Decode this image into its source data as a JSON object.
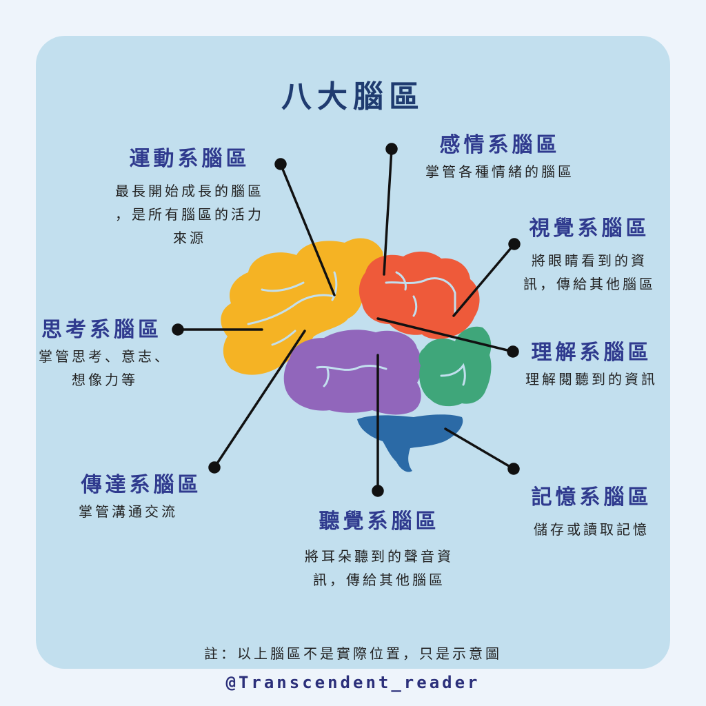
{
  "title": "八大腦區",
  "colors": {
    "card_bg": "#c2dfee",
    "page_bg": "#eef4fb",
    "title": "#1f3b70",
    "heading": "#2f3a8e",
    "frontal_yellow": "#f5b324",
    "emotion_red": "#ee5a3a",
    "temporal_purple": "#9166bb",
    "occipital_green": "#3fa67a",
    "cerebellum_blue": "#2b6aa6"
  },
  "regions": [
    {
      "id": "motor",
      "name": "運動系腦區",
      "desc": [
        "最長開始成長的腦區",
        "，是所有腦區的活力",
        "來源"
      ]
    },
    {
      "id": "emotion",
      "name": "感情系腦區",
      "desc": [
        "掌管各種情緒的腦區"
      ]
    },
    {
      "id": "visual",
      "name": "視覺系腦區",
      "desc": [
        "將眼睛看到的資",
        "訊，傳給其他腦區"
      ]
    },
    {
      "id": "thinking",
      "name": "思考系腦區",
      "desc": [
        "掌管思考、意志、",
        "想像力等"
      ]
    },
    {
      "id": "understanding",
      "name": "理解系腦區",
      "desc": [
        "理解閱聽到的資訊"
      ]
    },
    {
      "id": "communication",
      "name": "傳達系腦區",
      "desc": [
        "掌管溝通交流"
      ]
    },
    {
      "id": "hearing",
      "name": "聽覺系腦區",
      "desc": [
        "將耳朵聽到的聲音資",
        "訊，傳給其他腦區"
      ]
    },
    {
      "id": "memory",
      "name": "記憶系腦區",
      "desc": [
        "儲存或讀取記憶"
      ]
    }
  ],
  "note": "註：以上腦區不是實際位置，只是示意圖",
  "credit": "@Transcendent_reader"
}
